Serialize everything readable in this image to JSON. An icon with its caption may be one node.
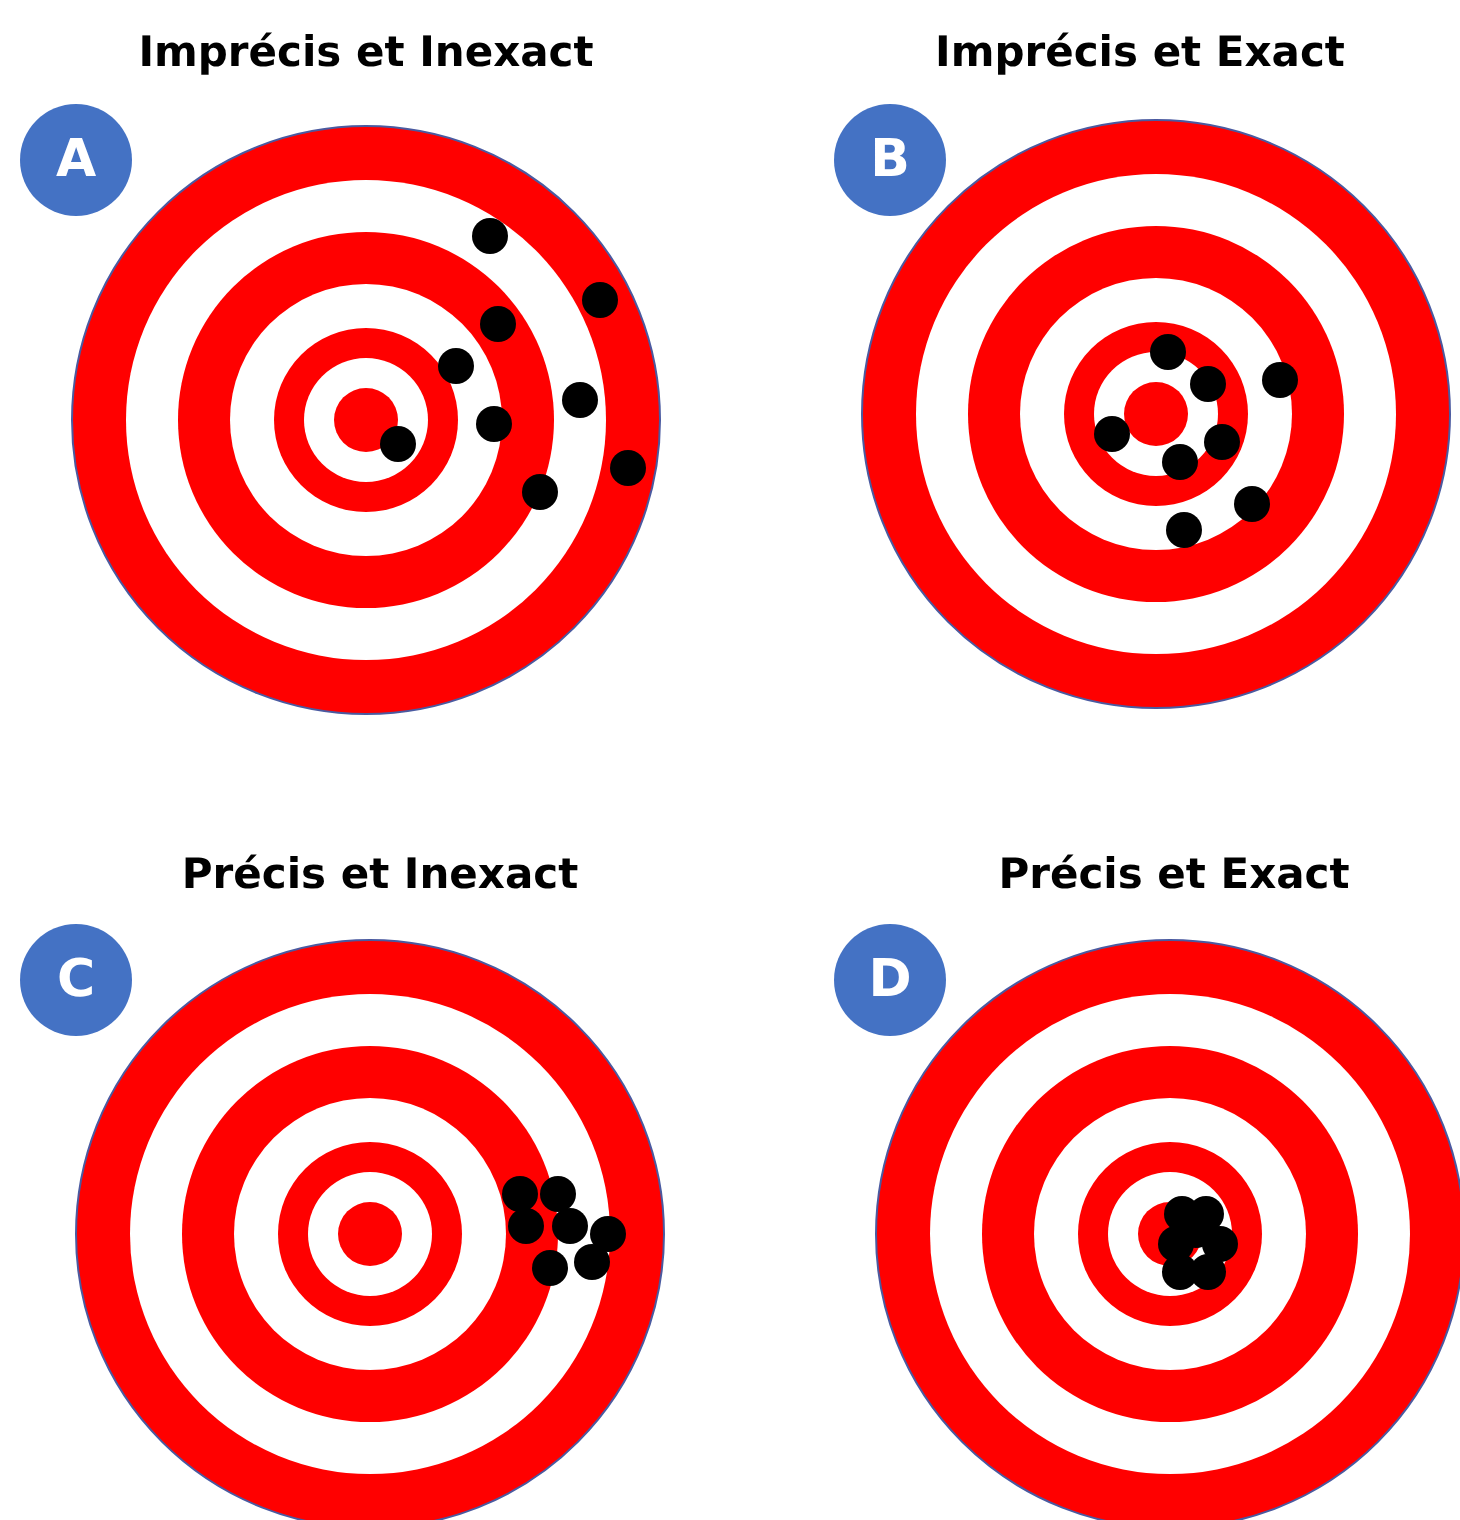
{
  "diagram": {
    "nodes": [
      {
        "text": [
          "A"
        ]
      },
      {
        "text": [
          "B"
        ]
      },
      {
        "text": [
          "C"
        ]
      },
      {
        "text": [
          "D"
        ]
      }
    ],
    "labels": [
      "Imprécis et Inexact",
      "Imprécis et Exact",
      "Précis et Inexact",
      "Précis et Exact"
    ]
  }
}
